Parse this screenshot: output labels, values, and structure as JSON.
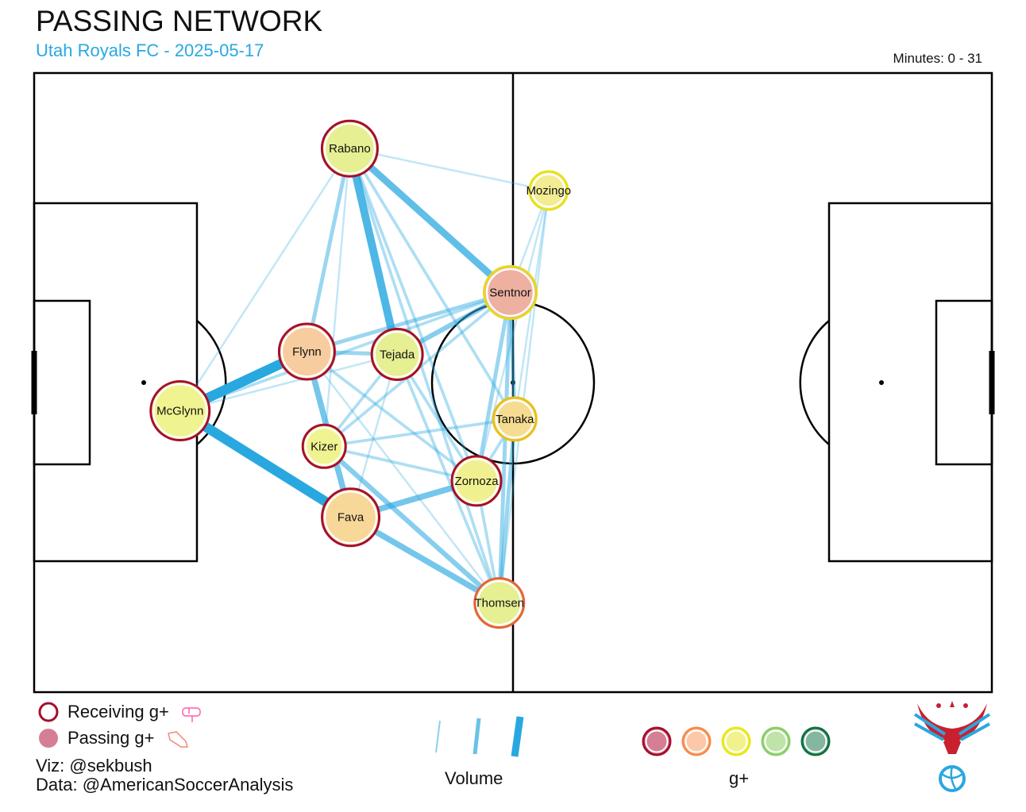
{
  "header": {
    "title": "PASSING NETWORK",
    "subtitle": "Utah Royals FC - 2025-05-17",
    "minutes": "Minutes: 0 - 31"
  },
  "legend": {
    "receiving": "Receiving g+",
    "passing": "Passing g+",
    "viz": "Viz: @sekbush",
    "data": "Data: @AmericanSoccerAnalysis",
    "volume": "Volume",
    "gplus": "g+"
  },
  "colors": {
    "pass": "#29a8e0",
    "scale_fill": [
      "#d47f93",
      "#fbc8a8",
      "#f2f28c",
      "#bfe3a8",
      "#85b79e"
    ],
    "scale_ring": [
      "#a50f2d",
      "#f68b4a",
      "#e8e81a",
      "#8ccc6a",
      "#0f7040"
    ]
  },
  "chart_data": {
    "type": "network",
    "pitch": {
      "length": 105,
      "width": 68
    },
    "nodes": [
      {
        "name": "Rabano",
        "x": 34.6,
        "y": 8.3,
        "size": 35,
        "fill": "#e6ef92",
        "ring": "#a50f2d"
      },
      {
        "name": "Mozingo",
        "x": 56.4,
        "y": 12.9,
        "size": 24,
        "fill": "#f2ec92",
        "ring": "#e8e01a"
      },
      {
        "name": "Sentnor",
        "x": 52.2,
        "y": 24.1,
        "size": 33,
        "fill": "#eeb0a0",
        "ring": "#e8d81a"
      },
      {
        "name": "Flynn",
        "x": 29.9,
        "y": 30.6,
        "size": 35,
        "fill": "#f7cda0",
        "ring": "#a50f2d"
      },
      {
        "name": "Tejada",
        "x": 39.8,
        "y": 30.9,
        "size": 32,
        "fill": "#e6ef92",
        "ring": "#a50f2d"
      },
      {
        "name": "McGlynn",
        "x": 16.0,
        "y": 37.1,
        "size": 37,
        "fill": "#f0f490",
        "ring": "#a50f2d"
      },
      {
        "name": "Tanaka",
        "x": 52.7,
        "y": 38.0,
        "size": 27,
        "fill": "#f5dc90",
        "ring": "#e8c01a"
      },
      {
        "name": "Kizer",
        "x": 31.8,
        "y": 41.0,
        "size": 27,
        "fill": "#f0f490",
        "ring": "#a50f2d"
      },
      {
        "name": "Zornoza",
        "x": 48.5,
        "y": 44.8,
        "size": 31,
        "fill": "#f0f090",
        "ring": "#a50f2d"
      },
      {
        "name": "Fava",
        "x": 34.7,
        "y": 48.8,
        "size": 36,
        "fill": "#f7d898",
        "ring": "#a50f2d"
      },
      {
        "name": "Thomsen",
        "x": 51.0,
        "y": 58.2,
        "size": 31,
        "fill": "#e6ef92",
        "ring": "#e8603c"
      }
    ],
    "edges": [
      [
        "McGlynn",
        "Flynn",
        9
      ],
      [
        "McGlynn",
        "Fava",
        9
      ],
      [
        "Rabano",
        "Tejada",
        7
      ],
      [
        "Rabano",
        "Sentnor",
        6
      ],
      [
        "Flynn",
        "Fava",
        5
      ],
      [
        "Fava",
        "Zornoza",
        5
      ],
      [
        "Fava",
        "Thomsen",
        5
      ],
      [
        "Kizer",
        "Thomsen",
        4
      ],
      [
        "Tejada",
        "Sentnor",
        4
      ],
      [
        "Rabano",
        "Flynn",
        3
      ],
      [
        "Flynn",
        "Sentnor",
        3
      ],
      [
        "Flynn",
        "Tejada",
        3
      ],
      [
        "Sentnor",
        "Tanaka",
        3
      ],
      [
        "Sentnor",
        "Thomsen",
        3
      ],
      [
        "Sentnor",
        "Zornoza",
        3
      ],
      [
        "Tanaka",
        "Thomsen",
        3
      ],
      [
        "McGlynn",
        "Sentnor",
        2
      ],
      [
        "Sentnor",
        "Kizer",
        2
      ],
      [
        "Tanaka",
        "Kizer",
        2
      ],
      [
        "Tanaka",
        "Zornoza",
        2
      ],
      [
        "Rabano",
        "Zornoza",
        2
      ],
      [
        "Rabano",
        "Tanaka",
        2
      ],
      [
        "Rabano",
        "Thomsen",
        2
      ],
      [
        "Kizer",
        "Zornoza",
        2
      ],
      [
        "Tejada",
        "Kizer",
        2
      ],
      [
        "Tejada",
        "Thomsen",
        2
      ],
      [
        "Tejada",
        "Zornoza",
        2
      ],
      [
        "Flynn",
        "Zornoza",
        2
      ],
      [
        "Zornoza",
        "Thomsen",
        2
      ],
      [
        "Rabano",
        "Mozingo",
        1
      ],
      [
        "Rabano",
        "McGlynn",
        1
      ],
      [
        "Rabano",
        "Kizer",
        1
      ],
      [
        "Mozingo",
        "Sentnor",
        1
      ],
      [
        "Mozingo",
        "Tanaka",
        1
      ],
      [
        "Mozingo",
        "Thomsen",
        1
      ],
      [
        "Mozingo",
        "Zornoza",
        1
      ],
      [
        "McGlynn",
        "Tejada",
        1
      ],
      [
        "Flynn",
        "Thomsen",
        1
      ],
      [
        "Tejada",
        "Fava",
        1
      ]
    ]
  }
}
